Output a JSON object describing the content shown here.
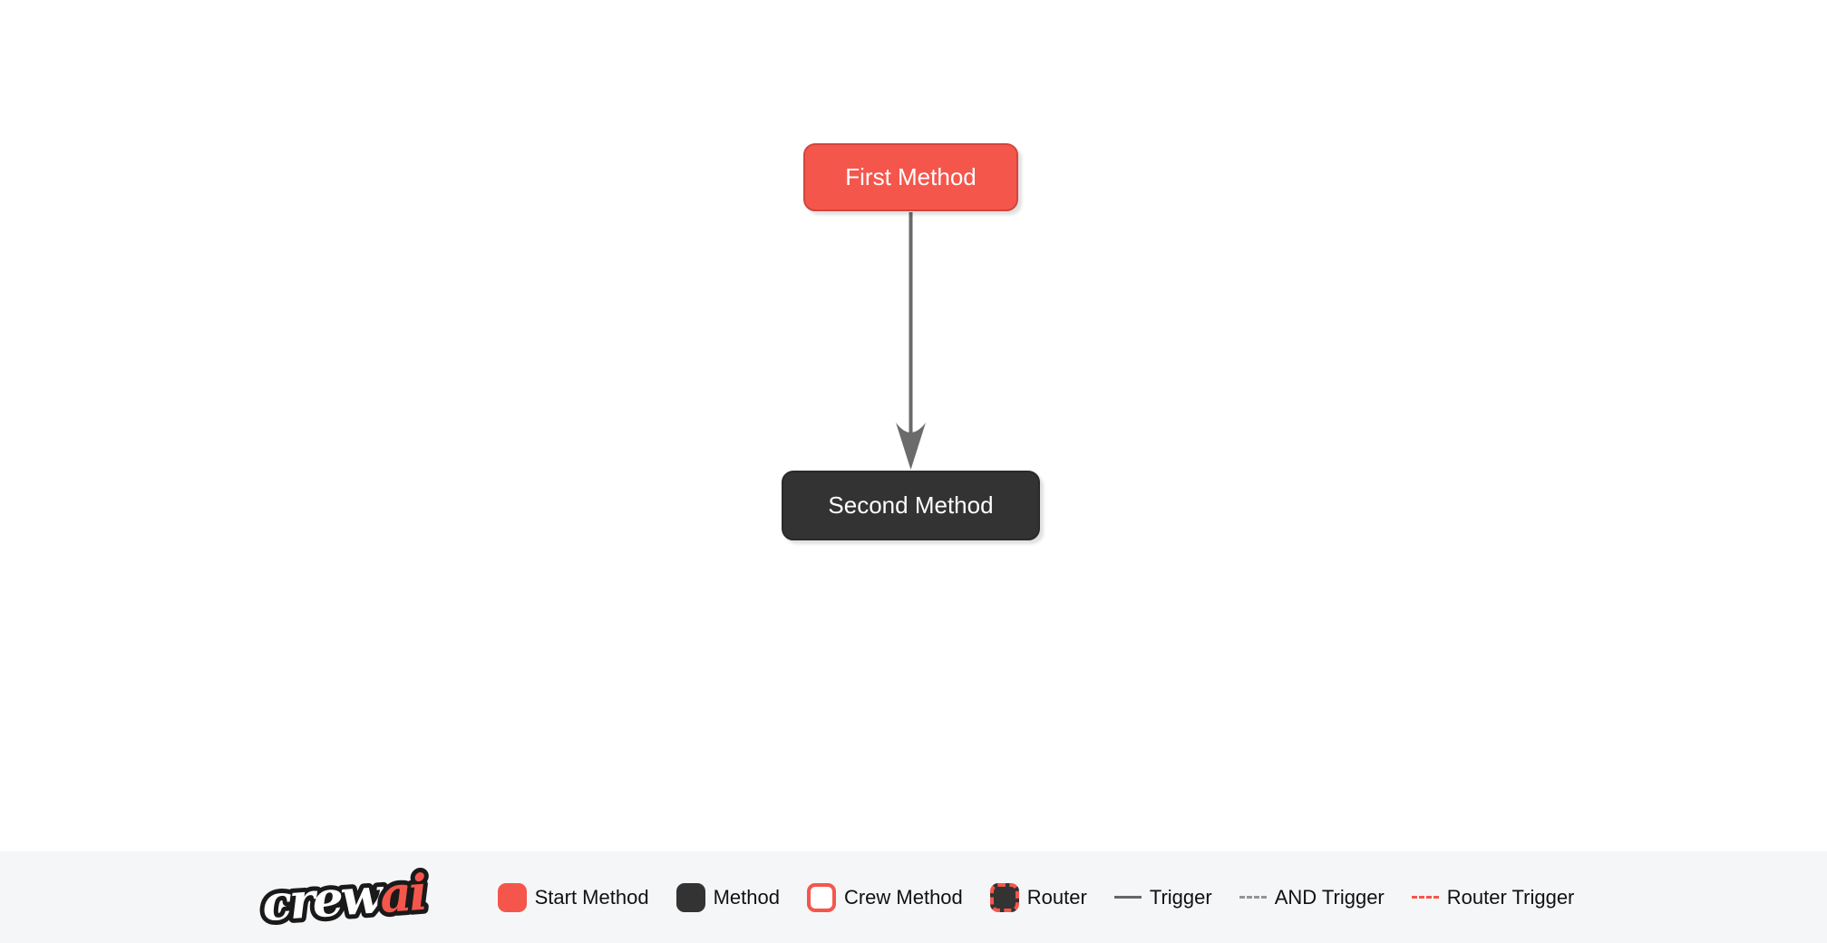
{
  "flow": {
    "nodes": [
      {
        "id": "first_method",
        "label": "First Method",
        "type": "start",
        "fill": "#F5564C",
        "border": "#D2453C",
        "text_color": "#FFFFFF"
      },
      {
        "id": "second_method",
        "label": "Second Method",
        "type": "method",
        "fill": "#333333",
        "border": "#2A2A2A",
        "text_color": "#FFFFFF"
      }
    ],
    "edges": [
      {
        "from": "first_method",
        "to": "second_method",
        "type": "trigger",
        "color": "#666666"
      }
    ]
  },
  "logo": {
    "crew": "crew",
    "ai": "ai",
    "crew_color": "#FFFFFF",
    "ai_color": "#F5564C",
    "outline_color": "#1A1A1A"
  },
  "legend": {
    "background": "#F5F6F8",
    "items": [
      {
        "label": "Start Method",
        "swatch": "start-method-swatch",
        "color": "#F5564C"
      },
      {
        "label": "Method",
        "swatch": "method-swatch",
        "color": "#333333"
      },
      {
        "label": "Crew Method",
        "swatch": "crew-method-swatch",
        "color": "#FFFFFF",
        "border_color": "#F5564C"
      },
      {
        "label": "Router",
        "swatch": "router-swatch",
        "color": "#333333",
        "border_color": "#F5564C"
      },
      {
        "label": "Trigger",
        "swatch": "trigger-line",
        "color": "#666666",
        "style": "solid"
      },
      {
        "label": "AND Trigger",
        "swatch": "and-trigger-line",
        "color": "#949494",
        "style": "dashed"
      },
      {
        "label": "Router Trigger",
        "swatch": "router-trigger-line",
        "color": "#F5564C",
        "style": "dashed"
      }
    ]
  }
}
